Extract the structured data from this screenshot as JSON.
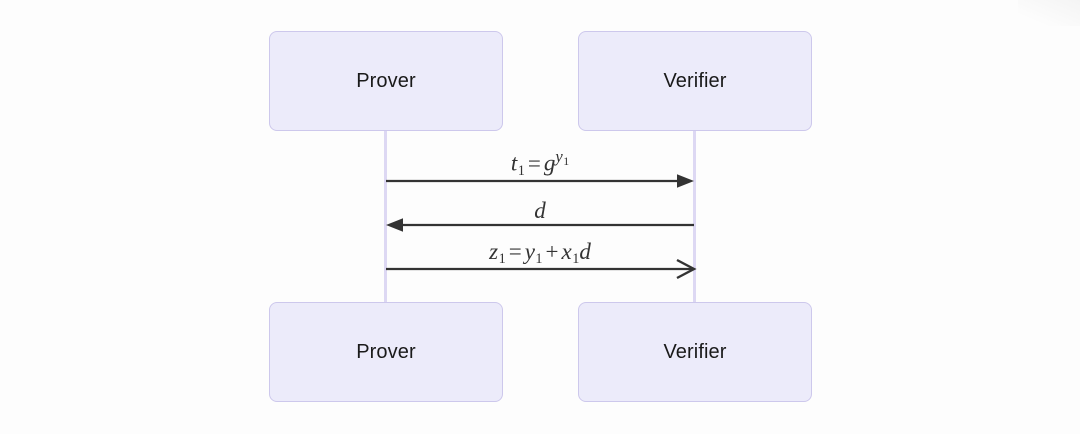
{
  "diagram": {
    "type": "sequence-diagram",
    "background_color": "#fdfdfd",
    "box_fill_color": "#ecebfa",
    "box_border_color": "#cdc8ec",
    "lifeline_color": "#ddd8f3",
    "arrow_color": "#333333",
    "participants": [
      {
        "id": "prover",
        "label": "Prover"
      },
      {
        "id": "verifier",
        "label": "Verifier"
      }
    ],
    "participants_bottom": [
      {
        "id": "prover",
        "label": "Prover"
      },
      {
        "id": "verifier",
        "label": "Verifier"
      }
    ],
    "messages": [
      {
        "id": "msg-1",
        "from": "prover",
        "to": "verifier",
        "direction": "right",
        "arrowhead": "filled",
        "label_plain": "t1 = g^y1",
        "label_parts": {
          "lhs_var": "t",
          "lhs_sub": "1",
          "operator": "=",
          "base": "g",
          "exp_var": "y",
          "exp_sub": "1"
        }
      },
      {
        "id": "msg-2",
        "from": "verifier",
        "to": "prover",
        "direction": "left",
        "arrowhead": "filled",
        "label_plain": "d",
        "label_parts": {
          "var": "d"
        }
      },
      {
        "id": "msg-3",
        "from": "prover",
        "to": "verifier",
        "direction": "right",
        "arrowhead": "open",
        "label_plain": "z1 = y1 + x1 d",
        "label_parts": {
          "lhs_var": "z",
          "lhs_sub": "1",
          "operator": "=",
          "term1_var": "y",
          "term1_sub": "1",
          "plus": "+",
          "term2_var": "x",
          "term2_sub": "1",
          "term3_var": "d"
        }
      }
    ]
  }
}
